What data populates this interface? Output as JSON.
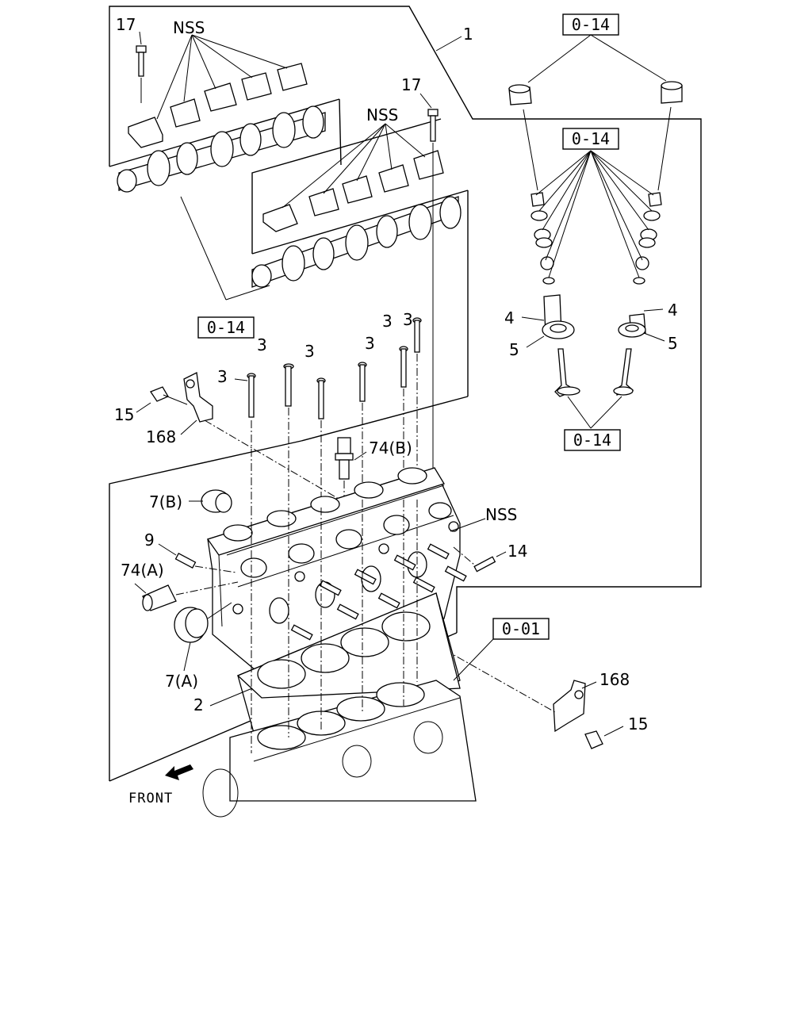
{
  "labels": {
    "l17a": "17",
    "nss_a": "NSS",
    "l1": "1",
    "l17b": "17",
    "nss_b": "NSS",
    "ref014_top": "0-14",
    "ref014_mid": "0-14",
    "ref014_cam": "0-14",
    "ref014_valve": "0-14",
    "ref001": "0-01",
    "l4a": "4",
    "l4b": "4",
    "l5a": "5",
    "l5b": "5",
    "l3a": "3",
    "l3b": "3",
    "l3c": "3",
    "l3d": "3",
    "l3e": "3",
    "l3f": "3",
    "l15a": "15",
    "l168a": "168",
    "l74b": "74(B)",
    "l7b": "7(B)",
    "nss_c": "NSS",
    "l9": "9",
    "l14": "14",
    "l74a": "74(A)",
    "l7a": "7(A)",
    "l2": "2",
    "l168b": "168",
    "l15b": "15",
    "front": "FRONT"
  }
}
